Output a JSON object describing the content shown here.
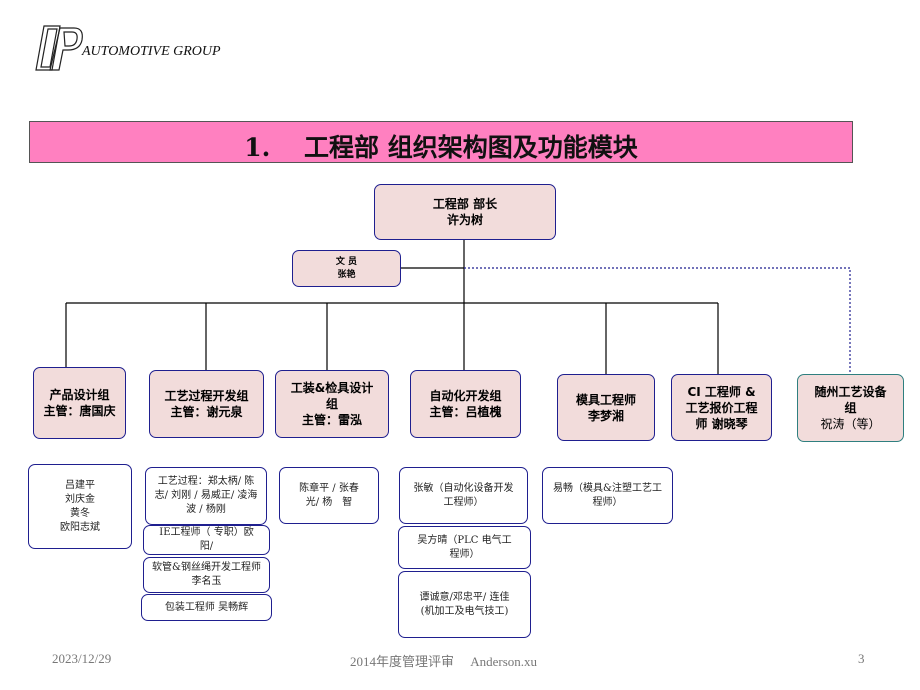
{
  "logo": {
    "text": "AUTOMOTIVE GROUP"
  },
  "title": "1.　 工程部 组织架构图及功能模块",
  "head": {
    "title": "工程部 部长",
    "name": "许为树"
  },
  "clerk": {
    "title": "文 员",
    "name": "张艳"
  },
  "groups": [
    {
      "title": "产品设计组",
      "manager": "主管：唐国庆",
      "members": [
        "吕建平",
        "刘庆金",
        "黄冬",
        "欧阳志斌"
      ]
    },
    {
      "title": "工艺过程开发组",
      "manager": "主管：谢元泉",
      "members": [
        "工艺过程：郑太柄/ 陈志/ 刘刚 / 易威正/ 凌海波 / 杨刚",
        "IE工程师（ 专职）欧　阳/",
        "软管&钢丝绳开发工程师 李名玉",
        "包装工程师 吴畅辉"
      ]
    },
    {
      "title": "工装&检具设计组",
      "manager": "主管：雷泓",
      "members": [
        "陈章平 / 张春光/ 杨　智"
      ]
    },
    {
      "title": "自动化开发组",
      "manager": "主管：吕植槐",
      "members": [
        "张敏（自动化设备开发工程师）",
        "吴方晴（PLC 电气工程师）",
        "谭诚意/邓忠平/ 连佳 (机加工及电气技工)"
      ]
    },
    {
      "title": "模具工程师",
      "manager": "李梦湘",
      "members": [
        "易畅（模具&注塑工艺工程师）"
      ]
    },
    {
      "title": "CI 工程师 & 工艺报价工程师 谢晓琴",
      "manager": "",
      "members": []
    },
    {
      "title": "随州工艺设备组",
      "manager": "祝涛（等）",
      "members": []
    }
  ],
  "footer": {
    "date": "2023/12/29",
    "center": "2014年度管理评审　 Anderson.xu",
    "page": "3"
  },
  "colors": {
    "title_bar": "#ff80c0",
    "box_fill": "#f2dcdb",
    "border": "#1f1f8f"
  }
}
